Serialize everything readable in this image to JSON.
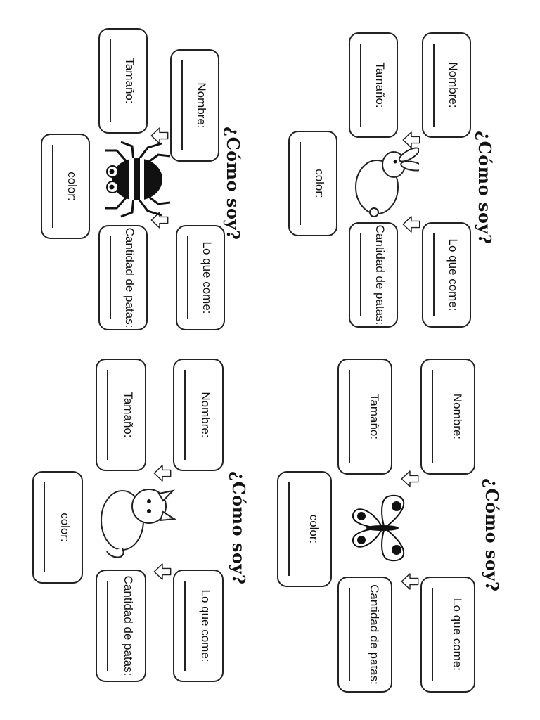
{
  "worksheets": [
    {
      "title": "¿Cómo soy?",
      "animal": "spider",
      "labels": {
        "nombre": "Nombre:",
        "tamano": "Tamaño:",
        "color": "color:",
        "lo_que_come": "Lo que come:",
        "cantidad_patas": "Cantidad de patas:"
      }
    },
    {
      "title": "¿Cómo soy?",
      "animal": "rabbit",
      "labels": {
        "nombre": "Nombre:",
        "tamano": "Tamaño:",
        "color": "color:",
        "lo_que_come": "Lo que come:",
        "cantidad_patas": "Cantidad de patas:"
      }
    },
    {
      "title": "¿Cómo soy?",
      "animal": "cat",
      "labels": {
        "nombre": "Nombre:",
        "tamano": "Tamaño:",
        "color": "color:",
        "lo_que_come": "Lo que come:",
        "cantidad_patas": "Cantidad de patas:"
      }
    },
    {
      "title": "¿Cómo soy?",
      "animal": "butterfly",
      "labels": {
        "nombre": "Nombre:",
        "tamano": "Tamaño:",
        "color": "color:",
        "lo_que_come": "Lo que come:",
        "cantidad_patas": "Cantidad de patas:"
      }
    }
  ]
}
